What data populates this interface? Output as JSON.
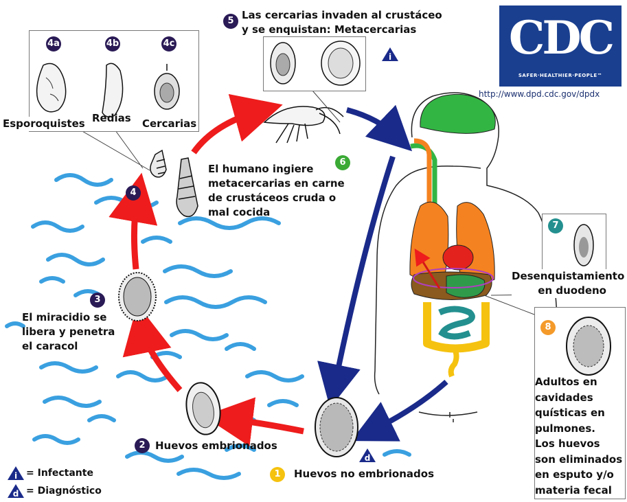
{
  "logo": {
    "text": "CDC",
    "tagline": "SAFER·HEALTHIER·PEOPLE™",
    "url": "http://www.dpd.cdc.gov/dpdx"
  },
  "stages": {
    "s1": {
      "num": "1",
      "label": "Huevos no embrionados"
    },
    "s2": {
      "num": "2",
      "label": "Huevos embrionados"
    },
    "s3": {
      "num": "3",
      "label_lines": [
        "El miracidio se",
        "libera y penetra",
        "el caracol"
      ]
    },
    "s4": {
      "num": "4"
    },
    "s4a": {
      "num": "4a",
      "label": "Esporoquistes"
    },
    "s4b": {
      "num": "4b",
      "label": "Redias"
    },
    "s4c": {
      "num": "4c",
      "label": "Cercarias"
    },
    "s5": {
      "num": "5",
      "label_lines": [
        "Las cercarias invaden al crustáceo",
        "y se enquistan: Metacercarias"
      ]
    },
    "s6": {
      "num": "6",
      "label_lines": [
        "El humano ingiere",
        "metacercarias en carne",
        "de crustáceos cruda o",
        "mal cocida"
      ]
    },
    "s7": {
      "num": "7",
      "label_lines": [
        "Desenquistamiento",
        "en duodeno"
      ]
    },
    "s8": {
      "num": "8",
      "label_lines": [
        "Adultos en",
        "cavidades",
        "quísticas en",
        "pulmones.",
        "Los huevos",
        "son eliminados",
        "en esputo y/o",
        "materia fecal"
      ]
    }
  },
  "legend": {
    "infective_symbol": "i",
    "infective_label": "= Infectante",
    "diagnostic_symbol": "d",
    "diagnostic_label": "= Diagnóstico"
  },
  "colors": {
    "red_arrow": "#ee1c1c",
    "blue_arrow": "#1a2a8a",
    "water": "#3aa0e0",
    "lungs": "#f58220",
    "brain": "#33b544",
    "cdc_blue": "#1a3f8f"
  }
}
